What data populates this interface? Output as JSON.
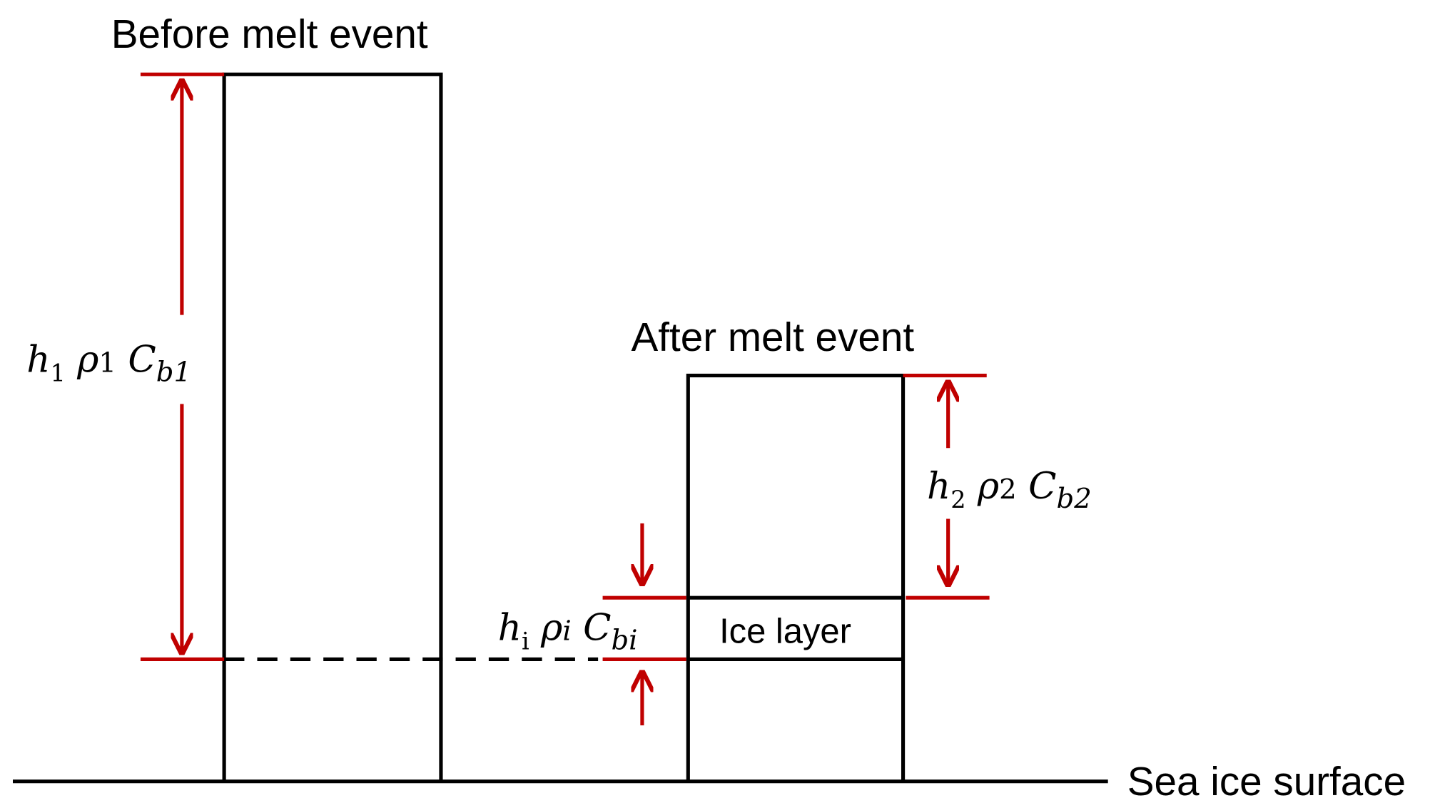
{
  "title_before": "Before melt event",
  "title_after": "After melt event",
  "ice_layer": "Ice layer",
  "surface": "Sea ice surface",
  "label1": {
    "h": "h",
    "h_sub": "1",
    "rho": "ρ",
    "rho_sub": "1",
    "c": "C",
    "c_sub": "b1"
  },
  "label2": {
    "h": "h",
    "h_sub": "2",
    "rho": "ρ",
    "rho_sub": "2",
    "c": "C",
    "c_sub": "b2"
  },
  "labeli": {
    "h": "h",
    "h_sub": "i",
    "rho": "ρ",
    "rho_sub": "i",
    "c": "C",
    "c_sub": "bi"
  },
  "colors": {
    "line": "#000000",
    "accent": "#c00000"
  }
}
